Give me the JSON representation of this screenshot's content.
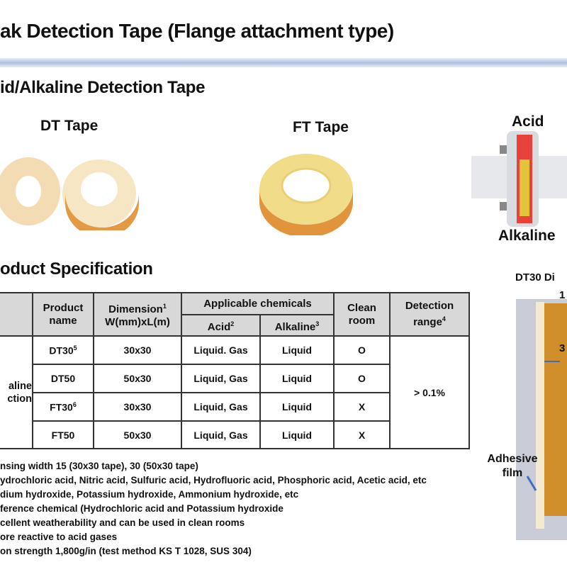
{
  "header": {
    "title": "ak Detection Tape (Flange attachment type)"
  },
  "section1": {
    "heading": "id/Alkaline Detection Tape",
    "dt_label": "DT Tape",
    "ft_label": "FT Tape",
    "flange_acid": "Acid",
    "flange_alkaline": "Alkaline"
  },
  "section2": {
    "heading": "oduct Specification"
  },
  "table": {
    "headers": {
      "product": "Product",
      "product2": "name",
      "dimension": "Dimension",
      "dimension_sup": "1",
      "dimension2": "W(mm)xL(m)",
      "chemicals": "Applicable chemicals",
      "acid": "Acid",
      "acid_sup": "2",
      "alkaline": "Alkaline",
      "alkaline_sup": "3",
      "clean": "Clean",
      "clean2": "room",
      "detection": "Detection",
      "detection2": "range",
      "detection_sup": "4"
    },
    "category": [
      "aline",
      "ction"
    ],
    "detection_range": "> 0.1%",
    "rows": [
      {
        "name": "DT30",
        "sup": "5",
        "dim": "30x30",
        "acid": "Liquid. Gas",
        "alkaline": "Liquid",
        "clean": "O"
      },
      {
        "name": "DT50",
        "sup": "",
        "dim": "50x30",
        "acid": "Liquid, Gas",
        "alkaline": "Liquid",
        "clean": "O"
      },
      {
        "name": "FT30",
        "sup": "6",
        "dim": "30x30",
        "acid": "Liquid, Gas",
        "alkaline": "Liquid",
        "clean": "X"
      },
      {
        "name": "FT50",
        "sup": "",
        "dim": "50x30",
        "acid": "Liquid, Gas",
        "alkaline": "Liquid",
        "clean": "X"
      }
    ]
  },
  "notes": [
    "nsing width 15 (30x30 tape), 30 (50x30 tape)",
    "ydrochloric acid, Nitric acid, Sulfuric acid, Hydrofluoric acid, Phosphoric acid, Acetic acid, etc",
    "dium hydroxide, Potassium hydroxide, Ammonium hydroxide, etc",
    "ference chemical (Hydrochloric acid and Potassium hydroxide",
    "cellent weatherability and can be used in clean rooms",
    "ore reactive to acid gases",
    "on strength 1,800g/in (test method KS T 1028, SUS 304)"
  ],
  "dimension_photo": {
    "title": "DT30 Di",
    "mark1": "1",
    "mark2": "3",
    "adhesive": "Adhesive",
    "adhesive2": "film"
  }
}
